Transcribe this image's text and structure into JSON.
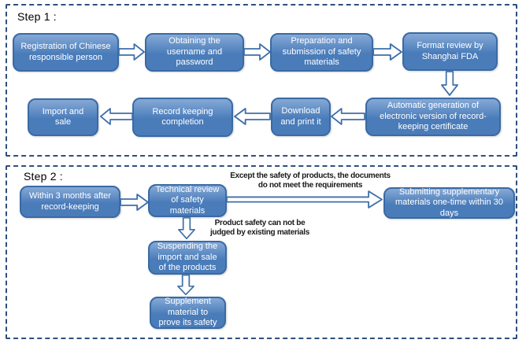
{
  "colors": {
    "background": "#ffffff",
    "box_fill": "#4a7cba",
    "box_fill_light": "#85a9d6",
    "box_border": "#3a6aa4",
    "arrow_stroke": "#3f6fa8",
    "dash_border": "#2e4f7d",
    "heading_text": "#000000",
    "box_text": "#ffffff",
    "annotation_text": "#1a1a1a"
  },
  "step1": {
    "heading": "Step 1 :",
    "boxes": {
      "registration": "Registration of Chinese responsible person",
      "obtaining": "Obtaining the username and password",
      "preparation": "Preparation and submission of safety materials",
      "format_review": "Format review by Shanghai FDA",
      "auto_generation": "Automatic generation of electronic version of record-keeping certificate",
      "download": "Download and print it",
      "record_keeping": "Record keeping completion",
      "import_sale": "Import and sale"
    }
  },
  "step2": {
    "heading": "Step 2 :",
    "boxes": {
      "within_3_months": "Within 3 months after record-keeping",
      "technical_review": "Technical review of safety materials",
      "submitting": "Submitting supplementary materials one-time within 30 days",
      "suspending": "Suspending the import and sale of the products",
      "supplement": "Supplement material to prove its safety"
    },
    "annotations": {
      "documents_line1": "Except the safety of products, the documents",
      "documents_line2": "do not meet the requirements",
      "safety_line1": "Product safety can not be",
      "safety_line2": "judged by existing materials"
    }
  }
}
